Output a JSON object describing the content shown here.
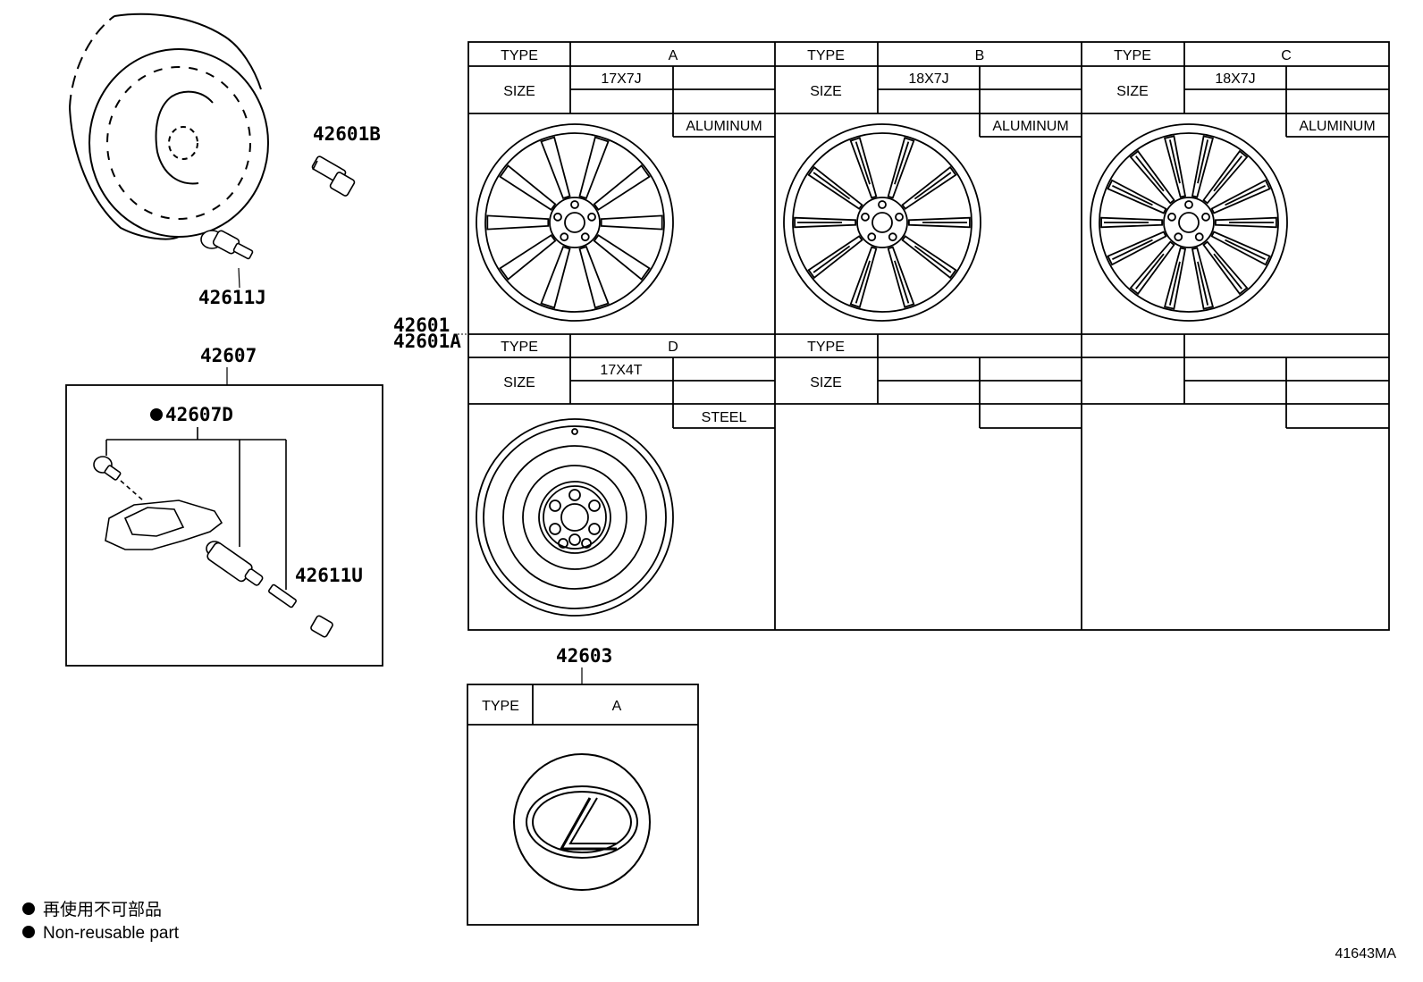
{
  "part_numbers": {
    "p42601B": "42601B",
    "p42611J": "42611J",
    "p42607": "42607",
    "p42607D": "42607D",
    "p42611U": "42611U",
    "p42601": "42601",
    "p42601A": "42601A",
    "p42603": "42603"
  },
  "wheel_table": {
    "type_label": "TYPE",
    "size_label": "SIZE",
    "types": [
      {
        "type": "A",
        "size": "17X7J",
        "material": "ALUMINUM"
      },
      {
        "type": "B",
        "size": "18X7J",
        "material": "ALUMINUM"
      },
      {
        "type": "C",
        "size": "18X7J",
        "material": "ALUMINUM"
      },
      {
        "type": "D",
        "size": "17X4T",
        "material": "STEEL"
      }
    ]
  },
  "cap_table": {
    "type_label": "TYPE",
    "type_value": "A"
  },
  "legend": {
    "line1": "再使用不可部品",
    "line2": "Non-reusable part"
  },
  "diagram_code": "41643MA",
  "icons": [
    "wheel-icon",
    "hub-nut-icon",
    "valve-icon",
    "tpms-sensor-icon",
    "lexus-emblem-icon",
    "bullet-dot-icon"
  ]
}
